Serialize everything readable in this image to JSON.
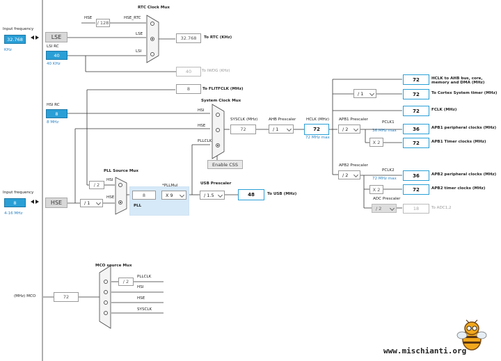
{
  "inputs": {
    "lse": {
      "title": "Input frequency",
      "value": "32.768",
      "unit": "KHz",
      "source": "LSE"
    },
    "lsi": {
      "title": "LSI RC",
      "value": "40",
      "unit": "40 KHz"
    },
    "hsi": {
      "title": "HSI RC",
      "value": "8",
      "unit": "8 MHz"
    },
    "hse": {
      "title": "Input frequency",
      "value": "8",
      "unit": "4-16 MHz",
      "source": "HSE"
    }
  },
  "rtc": {
    "mux_title": "RTC Clock Mux",
    "hse_label": "HSE",
    "div128": "/ 128",
    "hse_rtc": "HSE_RTC",
    "lse": "LSE",
    "lsi": "LSI",
    "value": "32.768",
    "output": "To RTC (KHz)"
  },
  "iwdg": {
    "value": "40",
    "output": "To IWDG (KHz)"
  },
  "flitf": {
    "value": "8",
    "output": "To FLITFCLK (MHz)"
  },
  "sysclk_mux": {
    "title": "System Clock Mux",
    "hsi": "HSI",
    "hse": "HSE",
    "pllclk": "PLLCLK",
    "css": "Enable CSS"
  },
  "sysclk": {
    "label": "SYSCLK (MHz)",
    "value": "72"
  },
  "ahb": {
    "label": "AHB Prescaler",
    "value": "/ 1"
  },
  "hclk": {
    "label": "HCLK (MHz)",
    "value": "72",
    "max": "72 MHz max"
  },
  "outputs": {
    "ahb_bus": {
      "value": "72",
      "label": "HCLK to AHB bus, core, memory and DMA (MHz)"
    },
    "cortex_div": "/ 1",
    "cortex": {
      "value": "72",
      "label": "To Cortex System timer (MHz)"
    },
    "fclk": {
      "value": "72",
      "label": "FCLK (MHz)"
    }
  },
  "apb1": {
    "label": "APB1 Prescaler",
    "value": "/ 2",
    "pclk": "PCLK1",
    "max": "36 MHz max",
    "periph": {
      "value": "36",
      "label": "APB1 peripheral clocks (MHz)"
    },
    "timer_mul": "X 2",
    "timer": {
      "value": "72",
      "label": "APB1 Timer clocks (MHz)"
    }
  },
  "apb2": {
    "label": "APB2 Prescaler",
    "value": "/ 2",
    "pclk": "PCLK2",
    "max": "72 MHz max",
    "periph": {
      "value": "36",
      "label": "APB2 peripheral clocks (MHz)"
    },
    "timer_mul": "X 2",
    "timer": {
      "value": "72",
      "label": "APB2 timer clocks (MHz)"
    },
    "adc_label": "ADC Prescaler",
    "adc_div": "/ 2",
    "adc": {
      "value": "18",
      "label": "To ADC1,2"
    }
  },
  "pll": {
    "src_title": "PLL Source Mux",
    "hsi_div": "/ 2",
    "hsi": "HSI",
    "hse": "HSE",
    "hse_div": "/ 1",
    "mul_label": "*PLLMul",
    "value": "8",
    "mul": "X 9",
    "name": "PLL"
  },
  "usb": {
    "label": "USB Prescaler",
    "div": "/ 1.5",
    "value": "48",
    "output": "To USB (MHz)"
  },
  "mco": {
    "title": "MCO source Mux",
    "pll_div": "/ 2",
    "pllclk": "PLLCLK",
    "hsi": "HSI",
    "hse": "HSE",
    "sysclk": "SYSCLK",
    "label": "(MHz) MCO",
    "value": "72"
  },
  "watermark": "www.mischianti.org"
}
